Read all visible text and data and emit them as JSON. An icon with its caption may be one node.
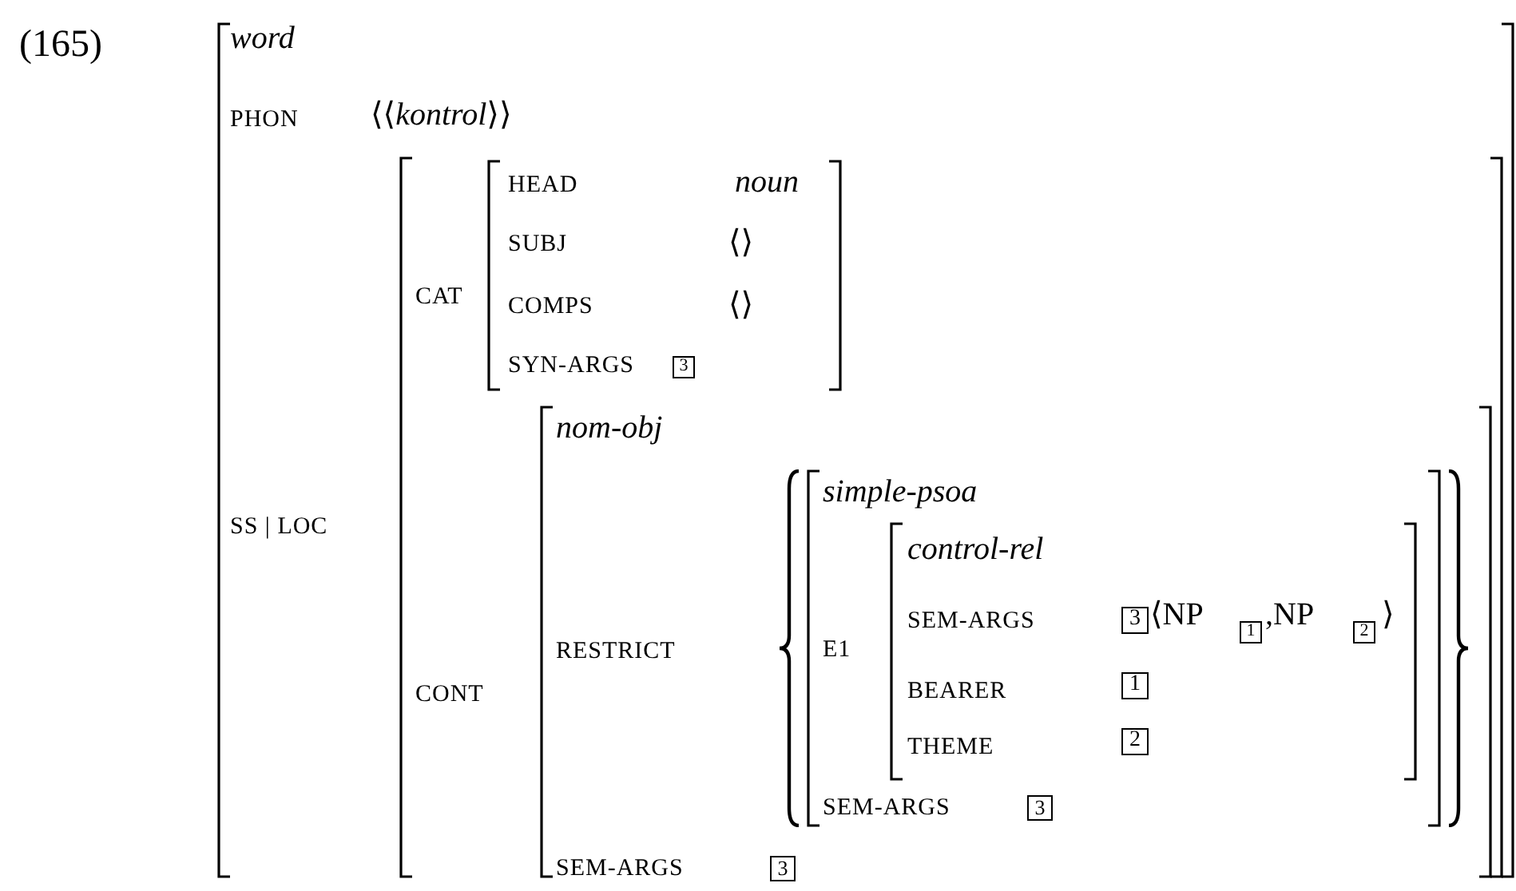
{
  "diagram": {
    "nodes": [
      {
        "text": [
          "word",
          "PHON",
          "⟨⟨*kontrol*⟩⟩",
          "SS | LOC"
        ]
      },
      {
        "text": [
          "CAT",
          "CONT"
        ],
        "in": 0
      },
      {
        "text": [
          "HEAD",
          "noun",
          "SUBJ",
          "⟨⟩",
          "COMPS",
          "⟨⟩",
          "SYN-ARGS"
        ],
        "in": 1
      },
      {
        "text": [
          "3"
        ],
        "in": 2
      },
      {
        "text": [
          "nom-obj",
          "RESTRICT",
          "SEM-ARGS"
        ],
        "in": 1
      },
      {
        "text": [
          "simple-psoa",
          "E1",
          "SEM-ARGS"
        ],
        "in": 4
      },
      {
        "text": [
          "control-rel",
          "SEM-ARGS",
          "⟨NP",
          ",NP",
          "⟩",
          "BEARER",
          "THEME"
        ],
        "in": 5
      },
      {
        "text": [
          "3"
        ],
        "in": 6
      },
      {
        "text": [
          "1"
        ],
        "in": 6
      },
      {
        "text": [
          "2"
        ],
        "in": 6
      },
      {
        "text": [
          "1"
        ],
        "in": 6
      },
      {
        "text": [
          "2"
        ],
        "in": 6
      },
      {
        "text": [
          "3"
        ],
        "in": 5
      },
      {
        "text": [
          "3"
        ],
        "in": 4
      }
    ],
    "labels": [
      "(165)"
    ]
  }
}
